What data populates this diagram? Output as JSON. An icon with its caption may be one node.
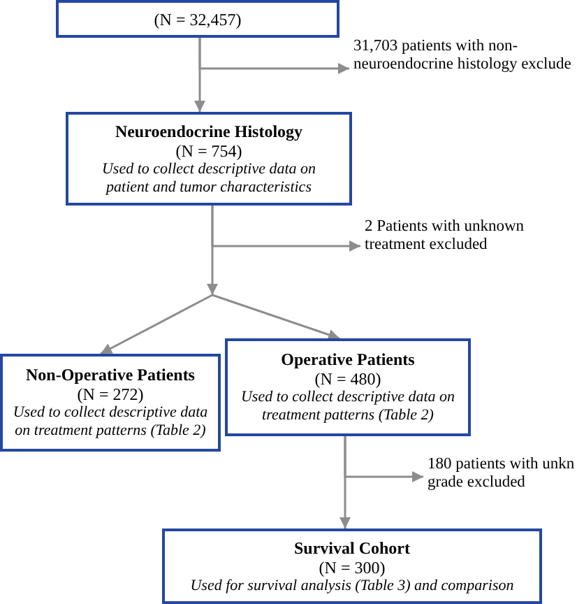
{
  "diagram": {
    "nodes": [
      {
        "text": [
          "(N = 32,457)"
        ]
      },
      {
        "text": [
          "31,703 patients with non-neuroendocrine histology exclude"
        ]
      },
      {
        "text": [
          "Neuroendocrine Histology",
          "(N = 754)",
          "Used to collect descriptive data on patient and tumor characteristics"
        ]
      },
      {
        "text": [
          "2 Patients with unknown treatment excluded"
        ]
      },
      {
        "text": [
          "Non-Operative Patients",
          "(N = 272)",
          "Used to collect descriptive data on treatment patterns (Table 2)"
        ]
      },
      {
        "text": [
          "Operative Patients",
          "(N = 480)",
          "Used to collect descriptive data on treatment patterns (Table 2)"
        ]
      },
      {
        "text": [
          "180 patients with unkn grade excluded"
        ]
      },
      {
        "text": [
          "Survival Cohort",
          "(N = 300)",
          "Used for survival analysis (Table 3) and comparison"
        ]
      }
    ],
    "edges": [
      {
        "from": 0,
        "to": 2,
        "arrow": "to"
      },
      {
        "from": 0,
        "to": 1,
        "arrow": "to"
      },
      {
        "from": 2,
        "to": 3,
        "arrow": "to"
      },
      {
        "from": 2,
        "to": 4,
        "arrow": "to"
      },
      {
        "from": 2,
        "to": 5,
        "arrow": "to"
      },
      {
        "from": 5,
        "to": 6,
        "arrow": "to"
      },
      {
        "from": 5,
        "to": 7,
        "arrow": "to"
      }
    ]
  }
}
